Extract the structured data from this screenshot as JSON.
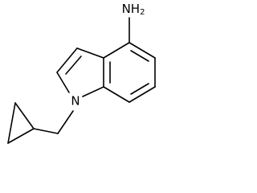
{
  "atoms": {
    "amine_label": "NH",
    "amine_subscript": "2",
    "ring_nitrogen_label": "N"
  }
}
